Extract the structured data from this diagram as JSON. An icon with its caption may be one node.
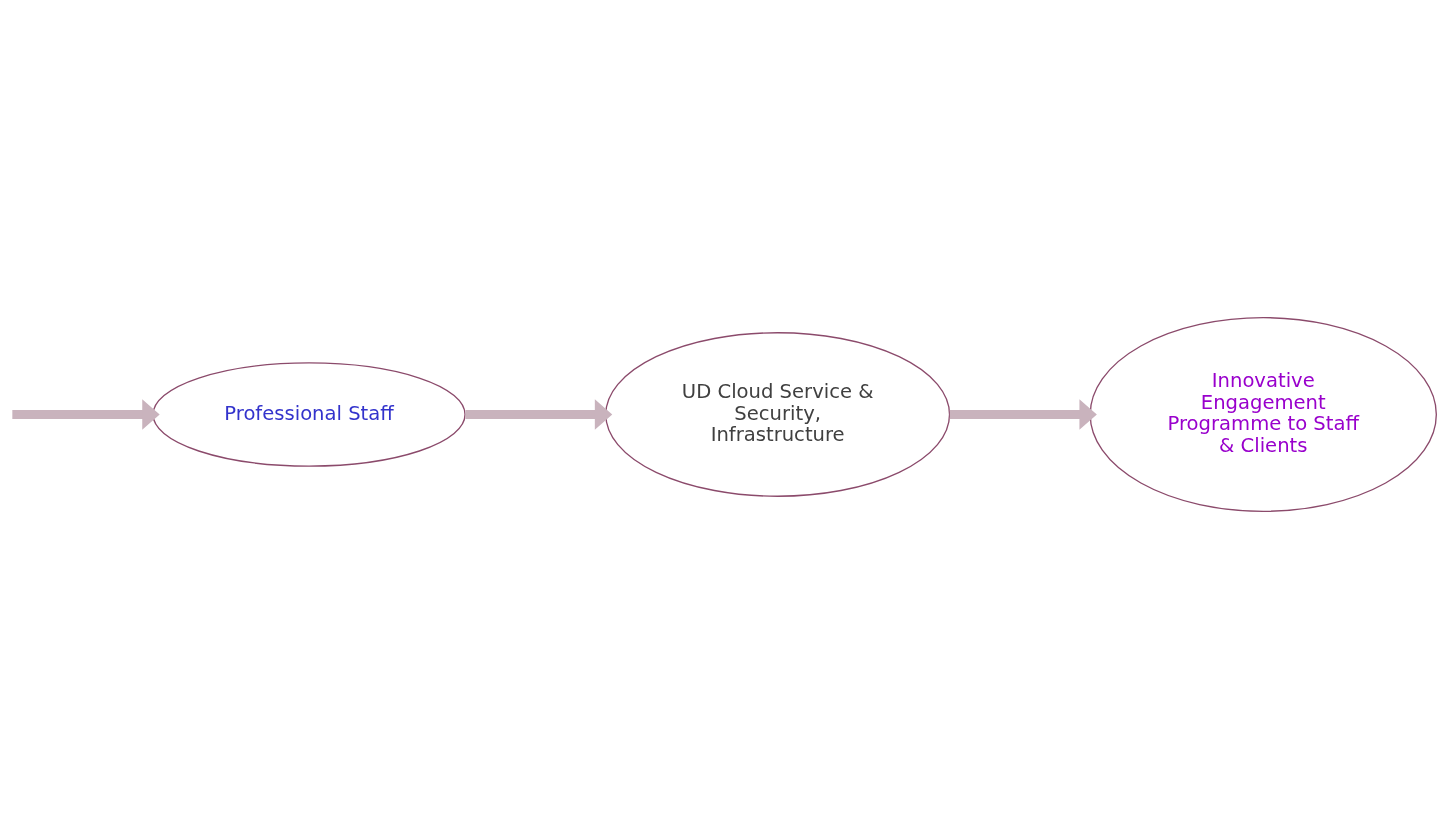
{
  "diagram": {
    "nodes": [
      {
        "text": [
          "UD Cloud Service & Security, Infrastructure"
        ]
      },
      {
        "text": [
          "Professional Staff"
        ]
      },
      {
        "text": [
          "Innovative Engagement Programme to Staff & Clients"
        ]
      }
    ],
    "edges": [
      {
        "from": null,
        "to": 1,
        "arrow": "to"
      },
      {
        "from": 1,
        "to": 0,
        "arrow": "to"
      },
      {
        "from": 0,
        "to": 2,
        "arrow": "to"
      }
    ]
  }
}
